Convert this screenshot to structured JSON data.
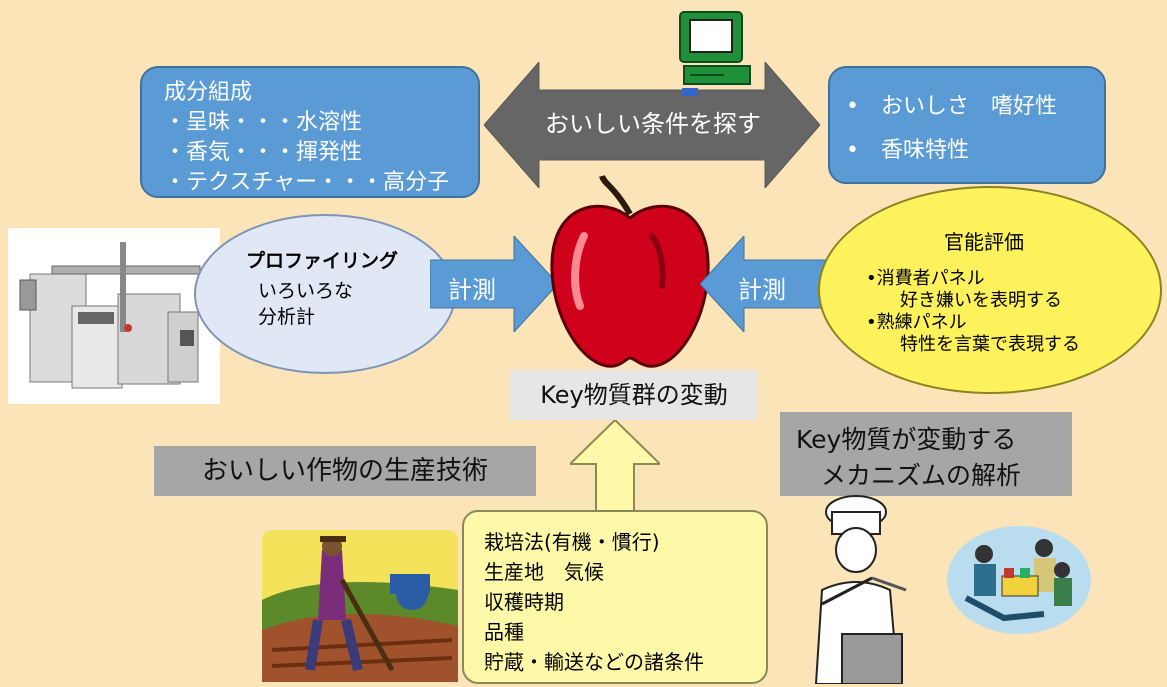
{
  "composition": {
    "title": "成分組成",
    "items": [
      "・呈味・・・水溶性",
      "・香気・・・揮発性",
      "・テクスチャー・・・高分子"
    ]
  },
  "search": {
    "label": "おいしい条件を探す"
  },
  "preference": {
    "items": [
      "•　おいしさ　嗜好性",
      "•　香味特性"
    ]
  },
  "profiling": {
    "title": "プロファイリング",
    "lines": [
      "いろいろな",
      "分析計"
    ]
  },
  "measure_left": {
    "label": "計測"
  },
  "measure_right": {
    "label": "計測"
  },
  "sensory": {
    "title": "官能評価",
    "lines": [
      "•消費者パネル",
      "　好き嫌いを表明する",
      "•熟練パネル",
      "　特性を言葉で表現する"
    ]
  },
  "key_change": {
    "label": "Key物質群の変動"
  },
  "production": {
    "label": "おいしい作物の生産技術"
  },
  "mechanism": {
    "lines": [
      "Key物質が変動する",
      "　メカニズムの解析"
    ]
  },
  "conditions": {
    "lines": [
      "栽培法(有機・慣行)",
      "生産地　気候",
      "収穫時期",
      "品種",
      "貯蔵・輸送などの諸条件"
    ]
  }
}
